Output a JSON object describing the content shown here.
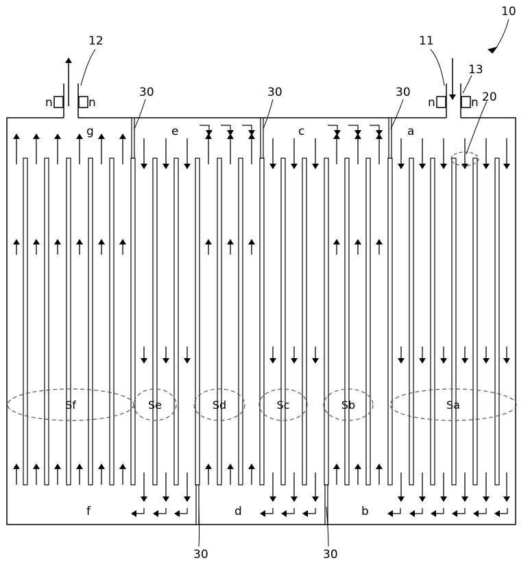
{
  "figure": {
    "device_ref": "10",
    "inlet_ref": "11",
    "outlet_ref": "12",
    "nozzle_ref": "13",
    "region_ref": "20",
    "baffle_ref": "30",
    "nozzle_letter": "n"
  },
  "chambers": {
    "top": [
      "g",
      "e",
      "c",
      "a"
    ],
    "bottom": [
      "f",
      "d",
      "b"
    ]
  },
  "zones": [
    "Sf",
    "Se",
    "Sd",
    "Sc",
    "Sb",
    "Sa"
  ],
  "colors": {
    "line": "#000000",
    "dashed": "#555555",
    "background": "#ffffff"
  }
}
